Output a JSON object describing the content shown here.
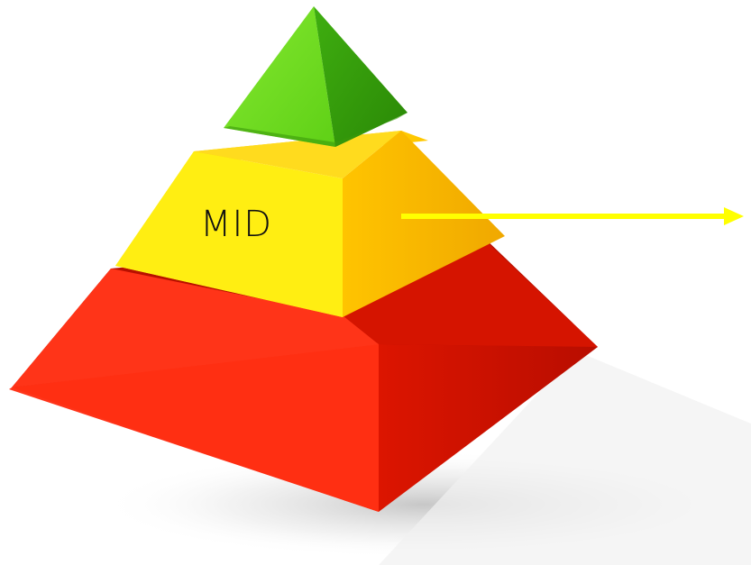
{
  "diagram": {
    "tiers": [
      {
        "id": "top",
        "label": "",
        "colors": {
          "light": "#7fe52d",
          "mid": "#5fcf16",
          "dark": "#3f9d0b",
          "side": "#2f8407"
        }
      },
      {
        "id": "mid",
        "label": "MID",
        "colors": {
          "top": "#ffd62a",
          "front": "#ffe80f",
          "frontShade": "#fff200",
          "side": "#f4b600"
        }
      },
      {
        "id": "bottom",
        "label": "",
        "colors": {
          "top": "#cc1400",
          "front": "#ff2a12",
          "side": "#c40f00"
        }
      }
    ],
    "arrow": {
      "color": "#ffff00",
      "points_to": "right"
    }
  }
}
